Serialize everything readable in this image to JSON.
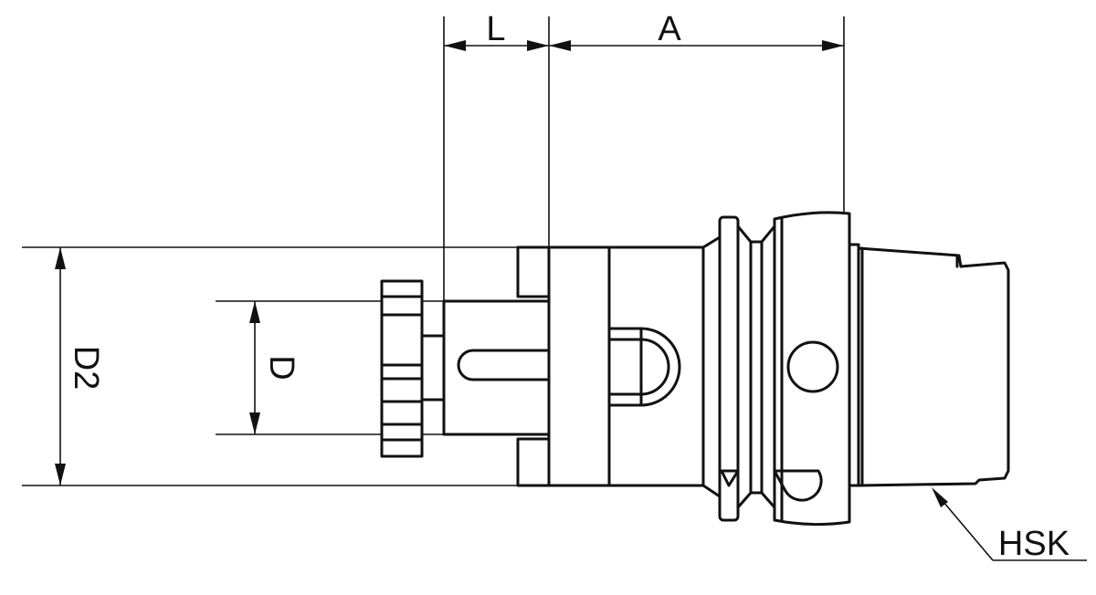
{
  "drawing": {
    "description_free": true,
    "labels": {
      "L": "L",
      "A": "A",
      "D": "D",
      "D2": "D2",
      "HSK": "HSK"
    },
    "ink_color": "#111111",
    "background_color": "#ffffff"
  }
}
